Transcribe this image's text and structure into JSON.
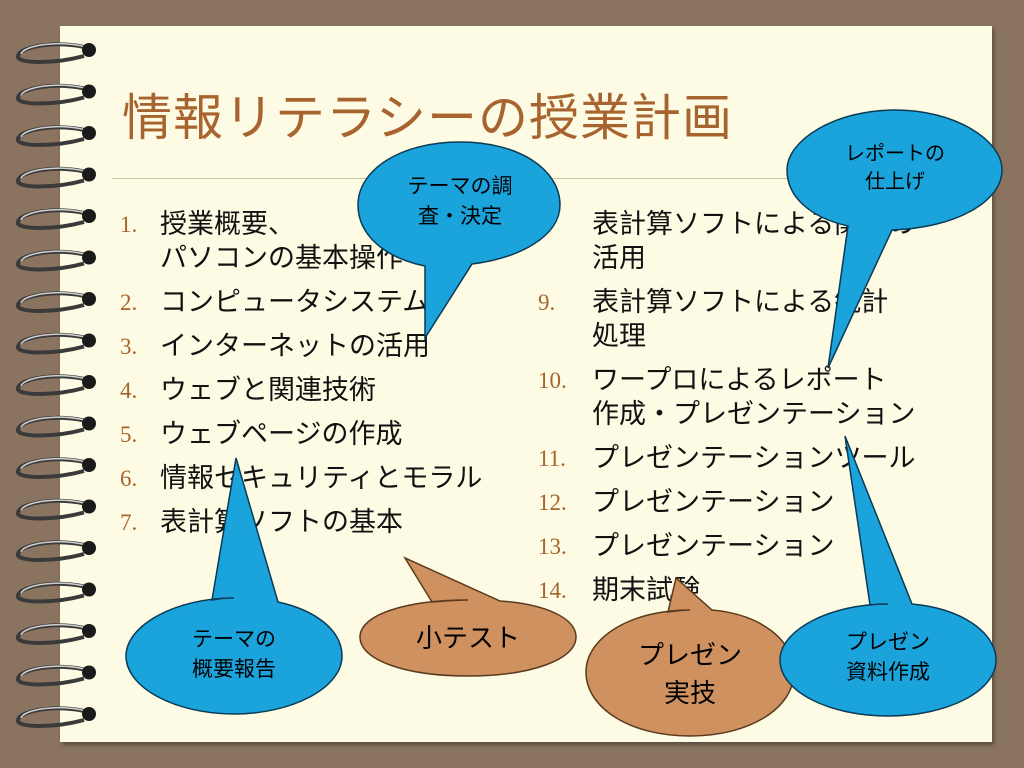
{
  "slide": {
    "title": "情報リテラシーの授業計画",
    "left_items": [
      {
        "num": "1.",
        "lines": [
          "授業概要、",
          "パソコンの基本操作"
        ]
      },
      {
        "num": "2.",
        "lines": [
          "コンピュータシステム"
        ]
      },
      {
        "num": "3.",
        "lines": [
          "インターネットの活用"
        ]
      },
      {
        "num": "4.",
        "lines": [
          "ウェブと関連技術"
        ]
      },
      {
        "num": "5.",
        "lines": [
          "ウェブページの作成"
        ]
      },
      {
        "num": "6.",
        "lines": [
          "情報セキュリティとモラル"
        ]
      },
      {
        "num": "7.",
        "lines": [
          "表計算ソフトの基本"
        ]
      }
    ],
    "right_items": [
      {
        "num": "",
        "lines": [
          "表計算ソフトによる関数の",
          "活用"
        ]
      },
      {
        "num": "9.",
        "lines": [
          "表計算ソフトによる統計",
          "処理"
        ]
      },
      {
        "num": "10.",
        "lines": [
          "ワープロによるレポート",
          "作成・プレゼンテーション"
        ]
      },
      {
        "num": "11.",
        "lines": [
          "プレゼンテーションツール"
        ]
      },
      {
        "num": "12.",
        "lines": [
          "プレゼンテーション"
        ]
      },
      {
        "num": "13.",
        "lines": [
          "プレゼンテーション"
        ]
      },
      {
        "num": "14.",
        "lines": [
          "期末試験"
        ]
      }
    ]
  },
  "callouts": {
    "theme_decide": {
      "line1": "テーマの調",
      "line2": "査・決定"
    },
    "report": {
      "line1": "レポートの",
      "line2": "仕上げ"
    },
    "theme_report": {
      "line1": "テーマの",
      "line2": "概要報告"
    },
    "quiz": {
      "line1": "小テスト"
    },
    "presen_practice": {
      "line1": "プレゼン",
      "line2": "実技"
    },
    "presen_material": {
      "line1": "プレゼン",
      "line2": "資料作成"
    }
  },
  "colors": {
    "background": "#8a7460",
    "paper": "#fdfbe3",
    "title": "#a8642e",
    "callout_blue": "#1ba3dc",
    "callout_tan": "#cf9160"
  }
}
